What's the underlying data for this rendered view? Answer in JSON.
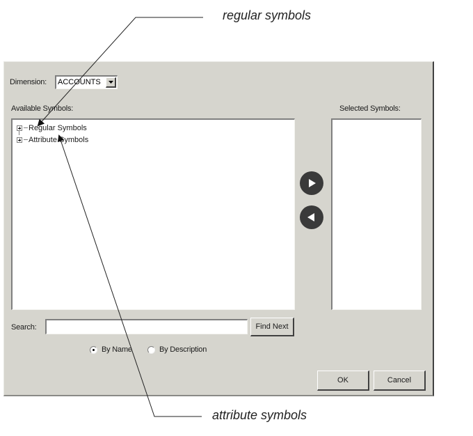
{
  "annotations": {
    "regular": "regular symbols",
    "attribute": "attribute symbols"
  },
  "dialog": {
    "dimension_label": "Dimension:",
    "dimension_value": "ACCOUNTS",
    "available_label": "Available Symbols:",
    "selected_label": "Selected Symbols:",
    "tree": [
      {
        "label": "Regular Symbols",
        "expanded": false
      },
      {
        "label": "Attribute Symbols",
        "expanded": false
      }
    ],
    "search_label": "Search:",
    "search_value": "",
    "find_next_label": "Find Next",
    "radios": [
      {
        "label": "By Name",
        "checked": true
      },
      {
        "label": "By Description",
        "checked": false
      }
    ],
    "ok_label": "OK",
    "cancel_label": "Cancel",
    "icons": {
      "add": "arrow-right-icon",
      "remove": "arrow-left-icon"
    }
  }
}
